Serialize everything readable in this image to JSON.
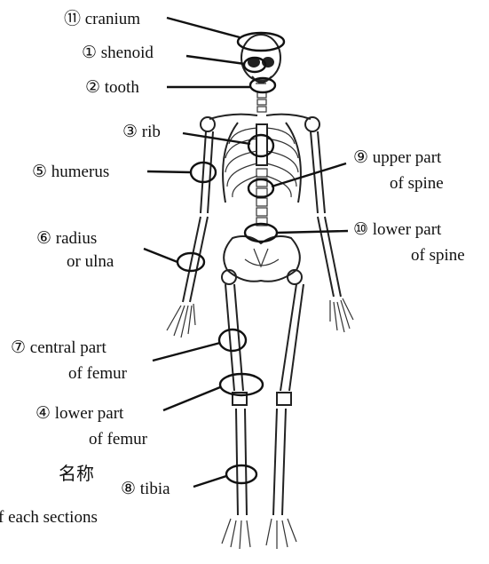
{
  "labels": {
    "cranium": "⑪ cranium",
    "shenoid": "① shenoid",
    "tooth": "② tooth",
    "rib": "③ rib",
    "humerus": "⑤ humerus",
    "upper_spine_1": "⑨ upper part",
    "upper_spine_2": "of spine",
    "lower_spine_1": "⑩ lower part",
    "lower_spine_2": "of spine",
    "radius_1": "⑥ radius",
    "radius_2": "or ulna",
    "central_femur_1": "⑦ central part",
    "central_femur_2": "of femur",
    "lower_femur_1": "④ lower part",
    "lower_femur_2": "of femur",
    "tibia": "⑧ tibia"
  },
  "caption": {
    "cjk": "名称",
    "english": "f each sections"
  },
  "colors": {
    "ink": "#111111",
    "bone": "#222222",
    "background": "#ffffff"
  }
}
